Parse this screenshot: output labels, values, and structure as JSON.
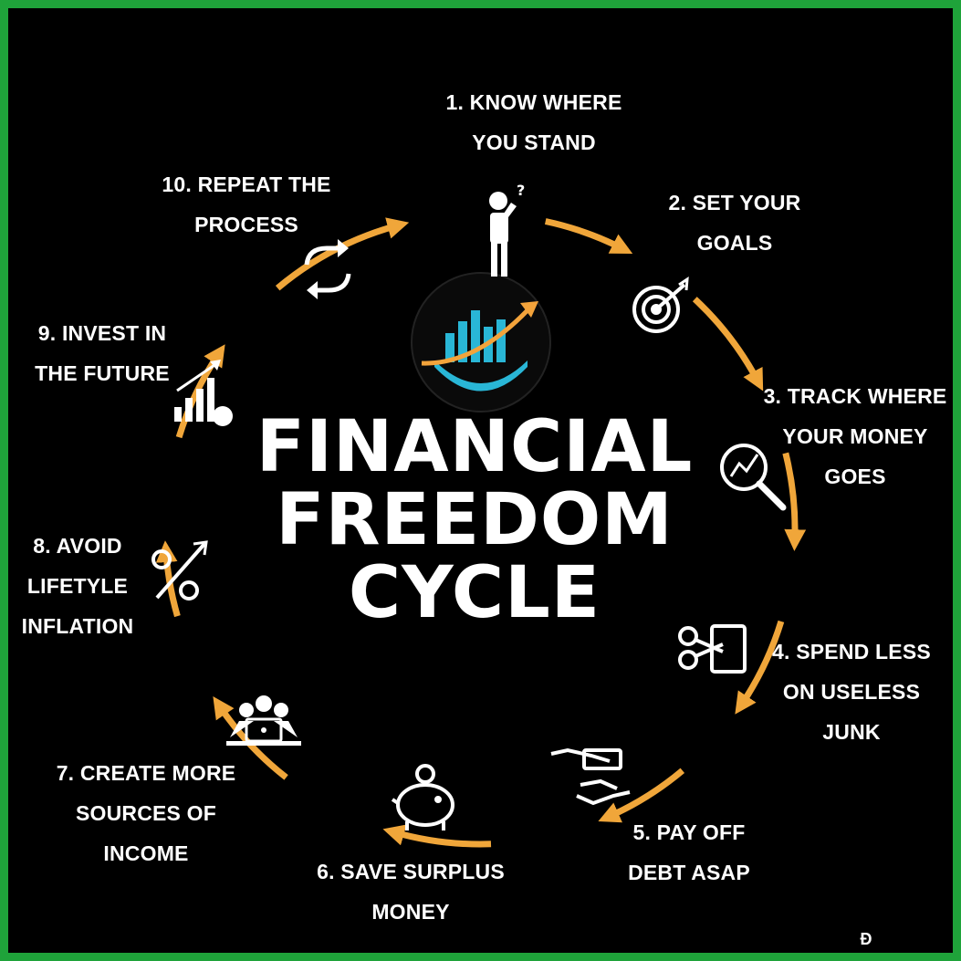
{
  "title": {
    "lines": [
      "FINANCIAL",
      "FREEDOM",
      "CYCLE"
    ]
  },
  "colors": {
    "frame": "#1fa33a",
    "background": "#000000",
    "arrow": "#f0a63a",
    "logo_blue": "#29b6d6",
    "logo_orange": "#f3a33b",
    "text": "#ffffff"
  },
  "steps": [
    {
      "id": 1,
      "lines": [
        "1. KNOW WHERE",
        "YOU STAND"
      ],
      "icon": "thinking-person-icon"
    },
    {
      "id": 2,
      "lines": [
        "2. SET YOUR",
        "GOALS"
      ],
      "icon": "target-icon"
    },
    {
      "id": 3,
      "lines": [
        "3. TRACK WHERE",
        "YOUR MONEY",
        "GOES"
      ],
      "icon": "magnifier-chart-icon"
    },
    {
      "id": 4,
      "lines": [
        "4. SPEND LESS",
        "ON USELESS",
        "JUNK"
      ],
      "icon": "scissors-card-icon"
    },
    {
      "id": 5,
      "lines": [
        "5. PAY OFF",
        "DEBT ASAP"
      ],
      "icon": "money-handover-icon"
    },
    {
      "id": 6,
      "lines": [
        "6. SAVE SURPLUS",
        "MONEY"
      ],
      "icon": "piggy-bank-icon"
    },
    {
      "id": 7,
      "lines": [
        "7. CREATE MORE",
        "SOURCES OF",
        "INCOME"
      ],
      "icon": "team-laptop-icon"
    },
    {
      "id": 8,
      "lines": [
        "8. AVOID",
        "LIFETYLE",
        "INFLATION"
      ],
      "icon": "percent-up-icon"
    },
    {
      "id": 9,
      "lines": [
        "9. INVEST IN",
        "THE FUTURE"
      ],
      "icon": "growth-chart-icon"
    },
    {
      "id": 10,
      "lines": [
        "10. REPEAT THE",
        "PROCESS"
      ],
      "icon": "repeat-icon"
    }
  ],
  "logo": {
    "icon": "rising-bars-logo-icon"
  }
}
